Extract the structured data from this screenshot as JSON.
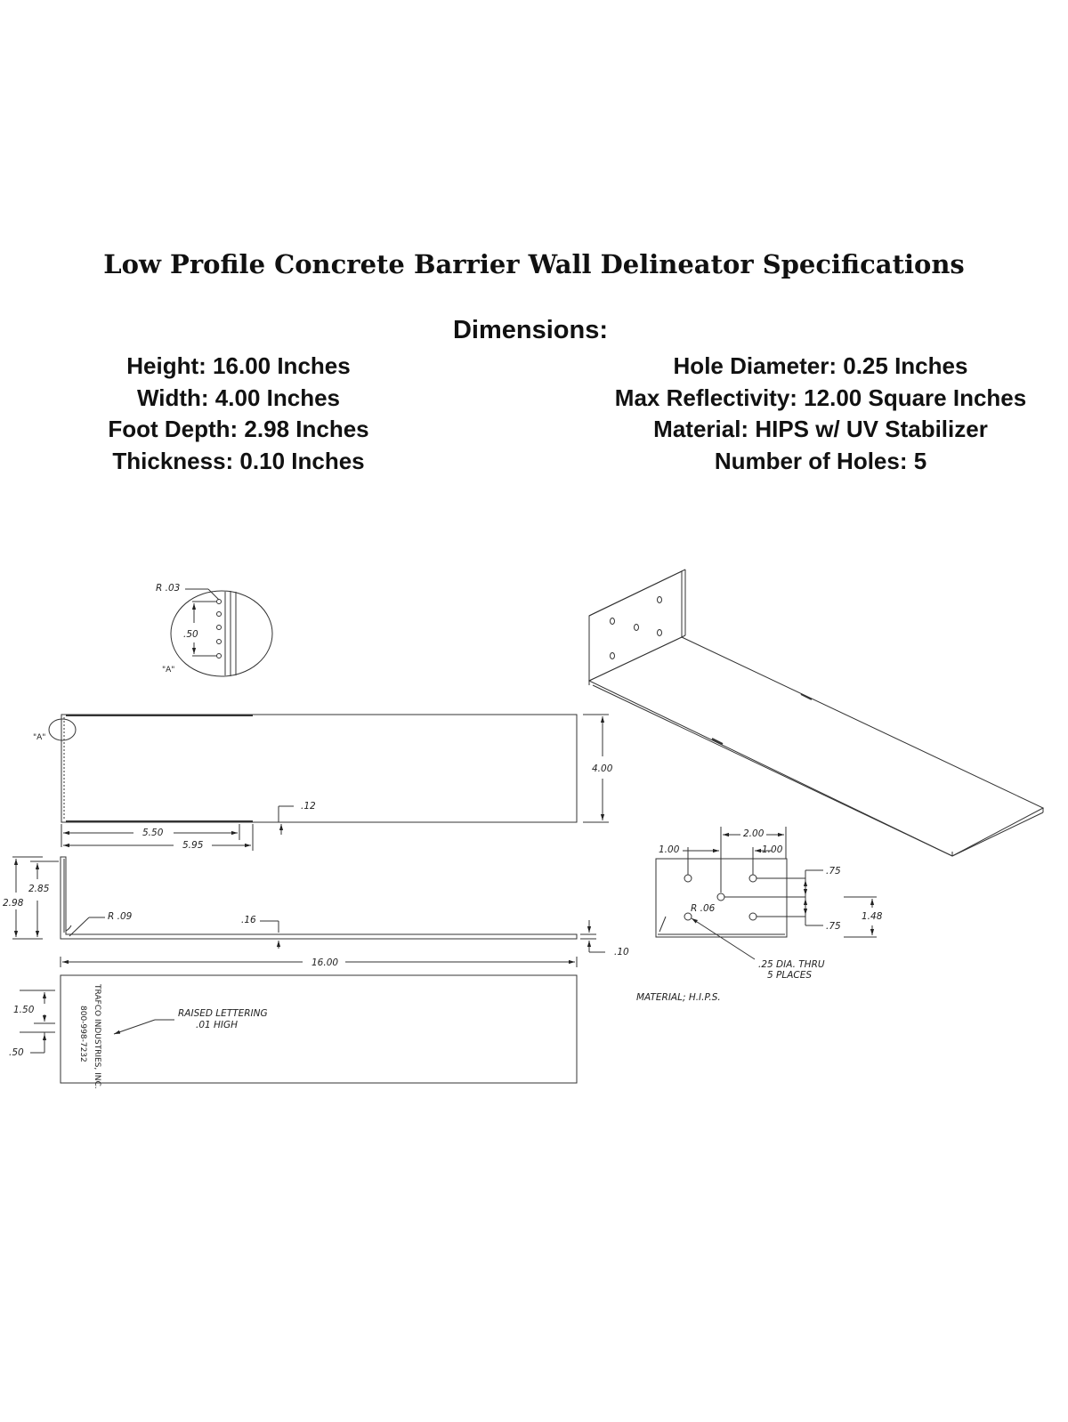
{
  "title": "Low Profile Concrete Barrier Wall Delineator Specifications",
  "dimensions_heading": "Dimensions:",
  "specs_left": [
    "Height: 16.00 Inches",
    "Width: 4.00 Inches",
    "Foot Depth: 2.98 Inches",
    "Thickness: 0.10 Inches"
  ],
  "specs_right": [
    "Hole Diameter: 0.25 Inches",
    "Max Reflectivity: 12.00 Square Inches",
    "Material: HIPS w/ UV Stabilizer",
    "Number of Holes: 5"
  ],
  "drawing": {
    "detail_radius": "R .03",
    "detail_spacing": ".50",
    "detail_label": "\"A\"",
    "detail_ref": "\"A\"",
    "top_height": "4.00",
    "top_offset": ".12",
    "top_len_1": "5.50",
    "top_len_2": "5.95",
    "side_h1": "2.85",
    "side_h2": "2.98",
    "side_radius": "R .09",
    "side_inset": ".16",
    "side_thickness": ".10",
    "overall_length": "16.00",
    "bottom_dim_1": "1.50",
    "bottom_dim_2": ".50",
    "raised_lettering": "RAISED LETTERING",
    "raised_lettering_height": ".01 HIGH",
    "maker_line_1": "TRAFCO INDUSTRIES, INC.",
    "maker_line_2": "800-998-7232",
    "hole_spacing_total": "2.00",
    "hole_spacing_left": "1.00",
    "hole_spacing_right": "1.00",
    "hole_vert_top": ".75",
    "hole_vert_bottom": ".75",
    "hole_vert_total": "1.48",
    "hole_radius": "R .06",
    "hole_note_1": ".25 DIA. THRU",
    "hole_note_2": "5 PLACES",
    "material_note": "MATERIAL; H.I.P.S."
  }
}
